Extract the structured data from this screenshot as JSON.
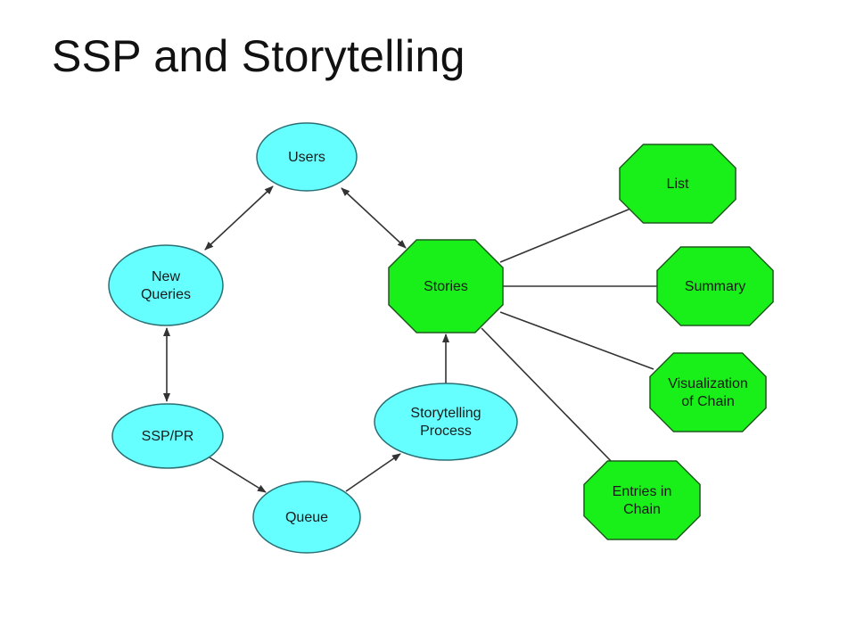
{
  "title": "SSP and Storytelling",
  "colors": {
    "process_node": "#66ffff",
    "output_node": "#19f019",
    "edge": "#333333"
  },
  "nodes": {
    "users": [
      "Users"
    ],
    "new_queries": [
      "New",
      "Queries"
    ],
    "ssp_pr": [
      "SSP/PR"
    ],
    "queue": [
      "Queue"
    ],
    "storytelling_process": [
      "Storytelling",
      "Process"
    ],
    "stories": [
      "Stories"
    ],
    "list": [
      "List"
    ],
    "summary": [
      "Summary"
    ],
    "visualization": [
      "Visualization",
      "of Chain"
    ],
    "entries": [
      "Entries in",
      "Chain"
    ]
  },
  "edges": [
    {
      "from": "users",
      "to": "new_queries",
      "direction": "both"
    },
    {
      "from": "users",
      "to": "stories",
      "direction": "both"
    },
    {
      "from": "new_queries",
      "to": "ssp_pr",
      "direction": "both"
    },
    {
      "from": "ssp_pr",
      "to": "queue",
      "direction": "forward"
    },
    {
      "from": "queue",
      "to": "storytelling_process",
      "direction": "forward"
    },
    {
      "from": "storytelling_process",
      "to": "stories",
      "direction": "forward"
    },
    {
      "from": "stories",
      "to": "list",
      "direction": "none"
    },
    {
      "from": "stories",
      "to": "summary",
      "direction": "none"
    },
    {
      "from": "stories",
      "to": "visualization",
      "direction": "none"
    },
    {
      "from": "stories",
      "to": "entries",
      "direction": "none"
    }
  ]
}
